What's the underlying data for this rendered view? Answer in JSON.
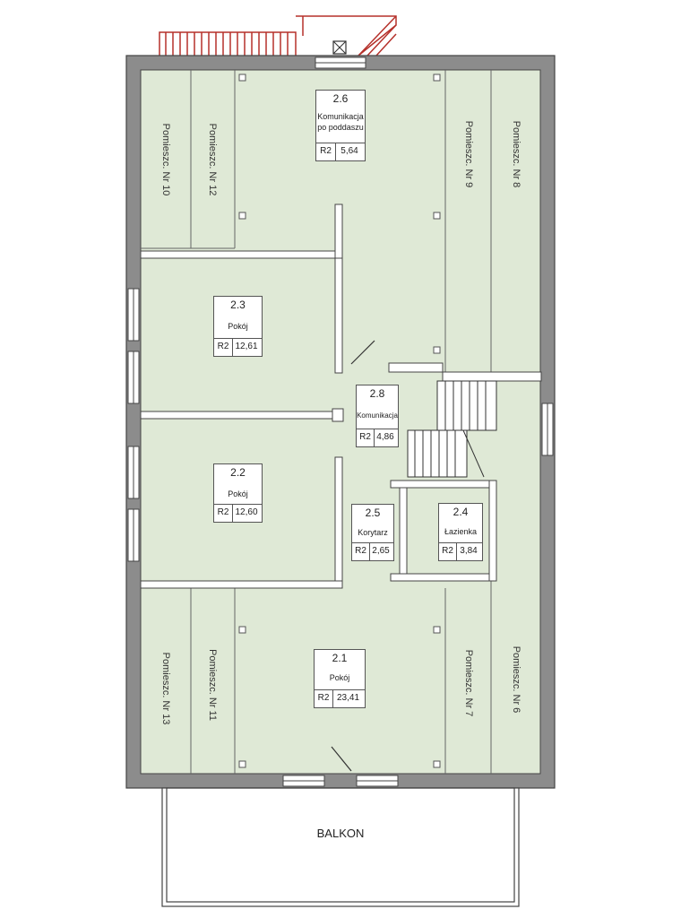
{
  "rooms": {
    "r26": {
      "num": "2.6",
      "name_line1": "Komunikacja",
      "name_line2": "po poddaszu",
      "zone": "R2",
      "area": "5,64"
    },
    "r23": {
      "num": "2.3",
      "name": "Pokój",
      "zone": "R2",
      "area": "12,61"
    },
    "r28": {
      "num": "2.8",
      "name": "Komunikacja",
      "zone": "R2",
      "area": "4,86"
    },
    "r22": {
      "num": "2.2",
      "name": "Pokój",
      "zone": "R2",
      "area": "12,60"
    },
    "r25": {
      "num": "2.5",
      "name": "Korytarz",
      "zone": "R2",
      "area": "2,65"
    },
    "r24": {
      "num": "2.4",
      "name": "Łazienka",
      "zone": "R2",
      "area": "3,84"
    },
    "r21": {
      "num": "2.1",
      "name": "Pokój",
      "zone": "R2",
      "area": "23,41"
    }
  },
  "storage": {
    "nr10": "Pomieszc. Nr 10",
    "nr12": "Pomieszc. Nr 12",
    "nr9": "Pomieszc. Nr 9",
    "nr8": "Pomieszc. Nr 8",
    "nr13": "Pomieszc. Nr 13",
    "nr11": "Pomieszc. Nr 11",
    "nr7": "Pomieszc. Nr 7",
    "nr6": "Pomieszc. Nr 6"
  },
  "balcony": "BALKON",
  "colors": {
    "floor": "#dfe9d6",
    "wall": "#8c8c8c",
    "wall_line": "#444444",
    "stair_rail": "#b5302a"
  }
}
